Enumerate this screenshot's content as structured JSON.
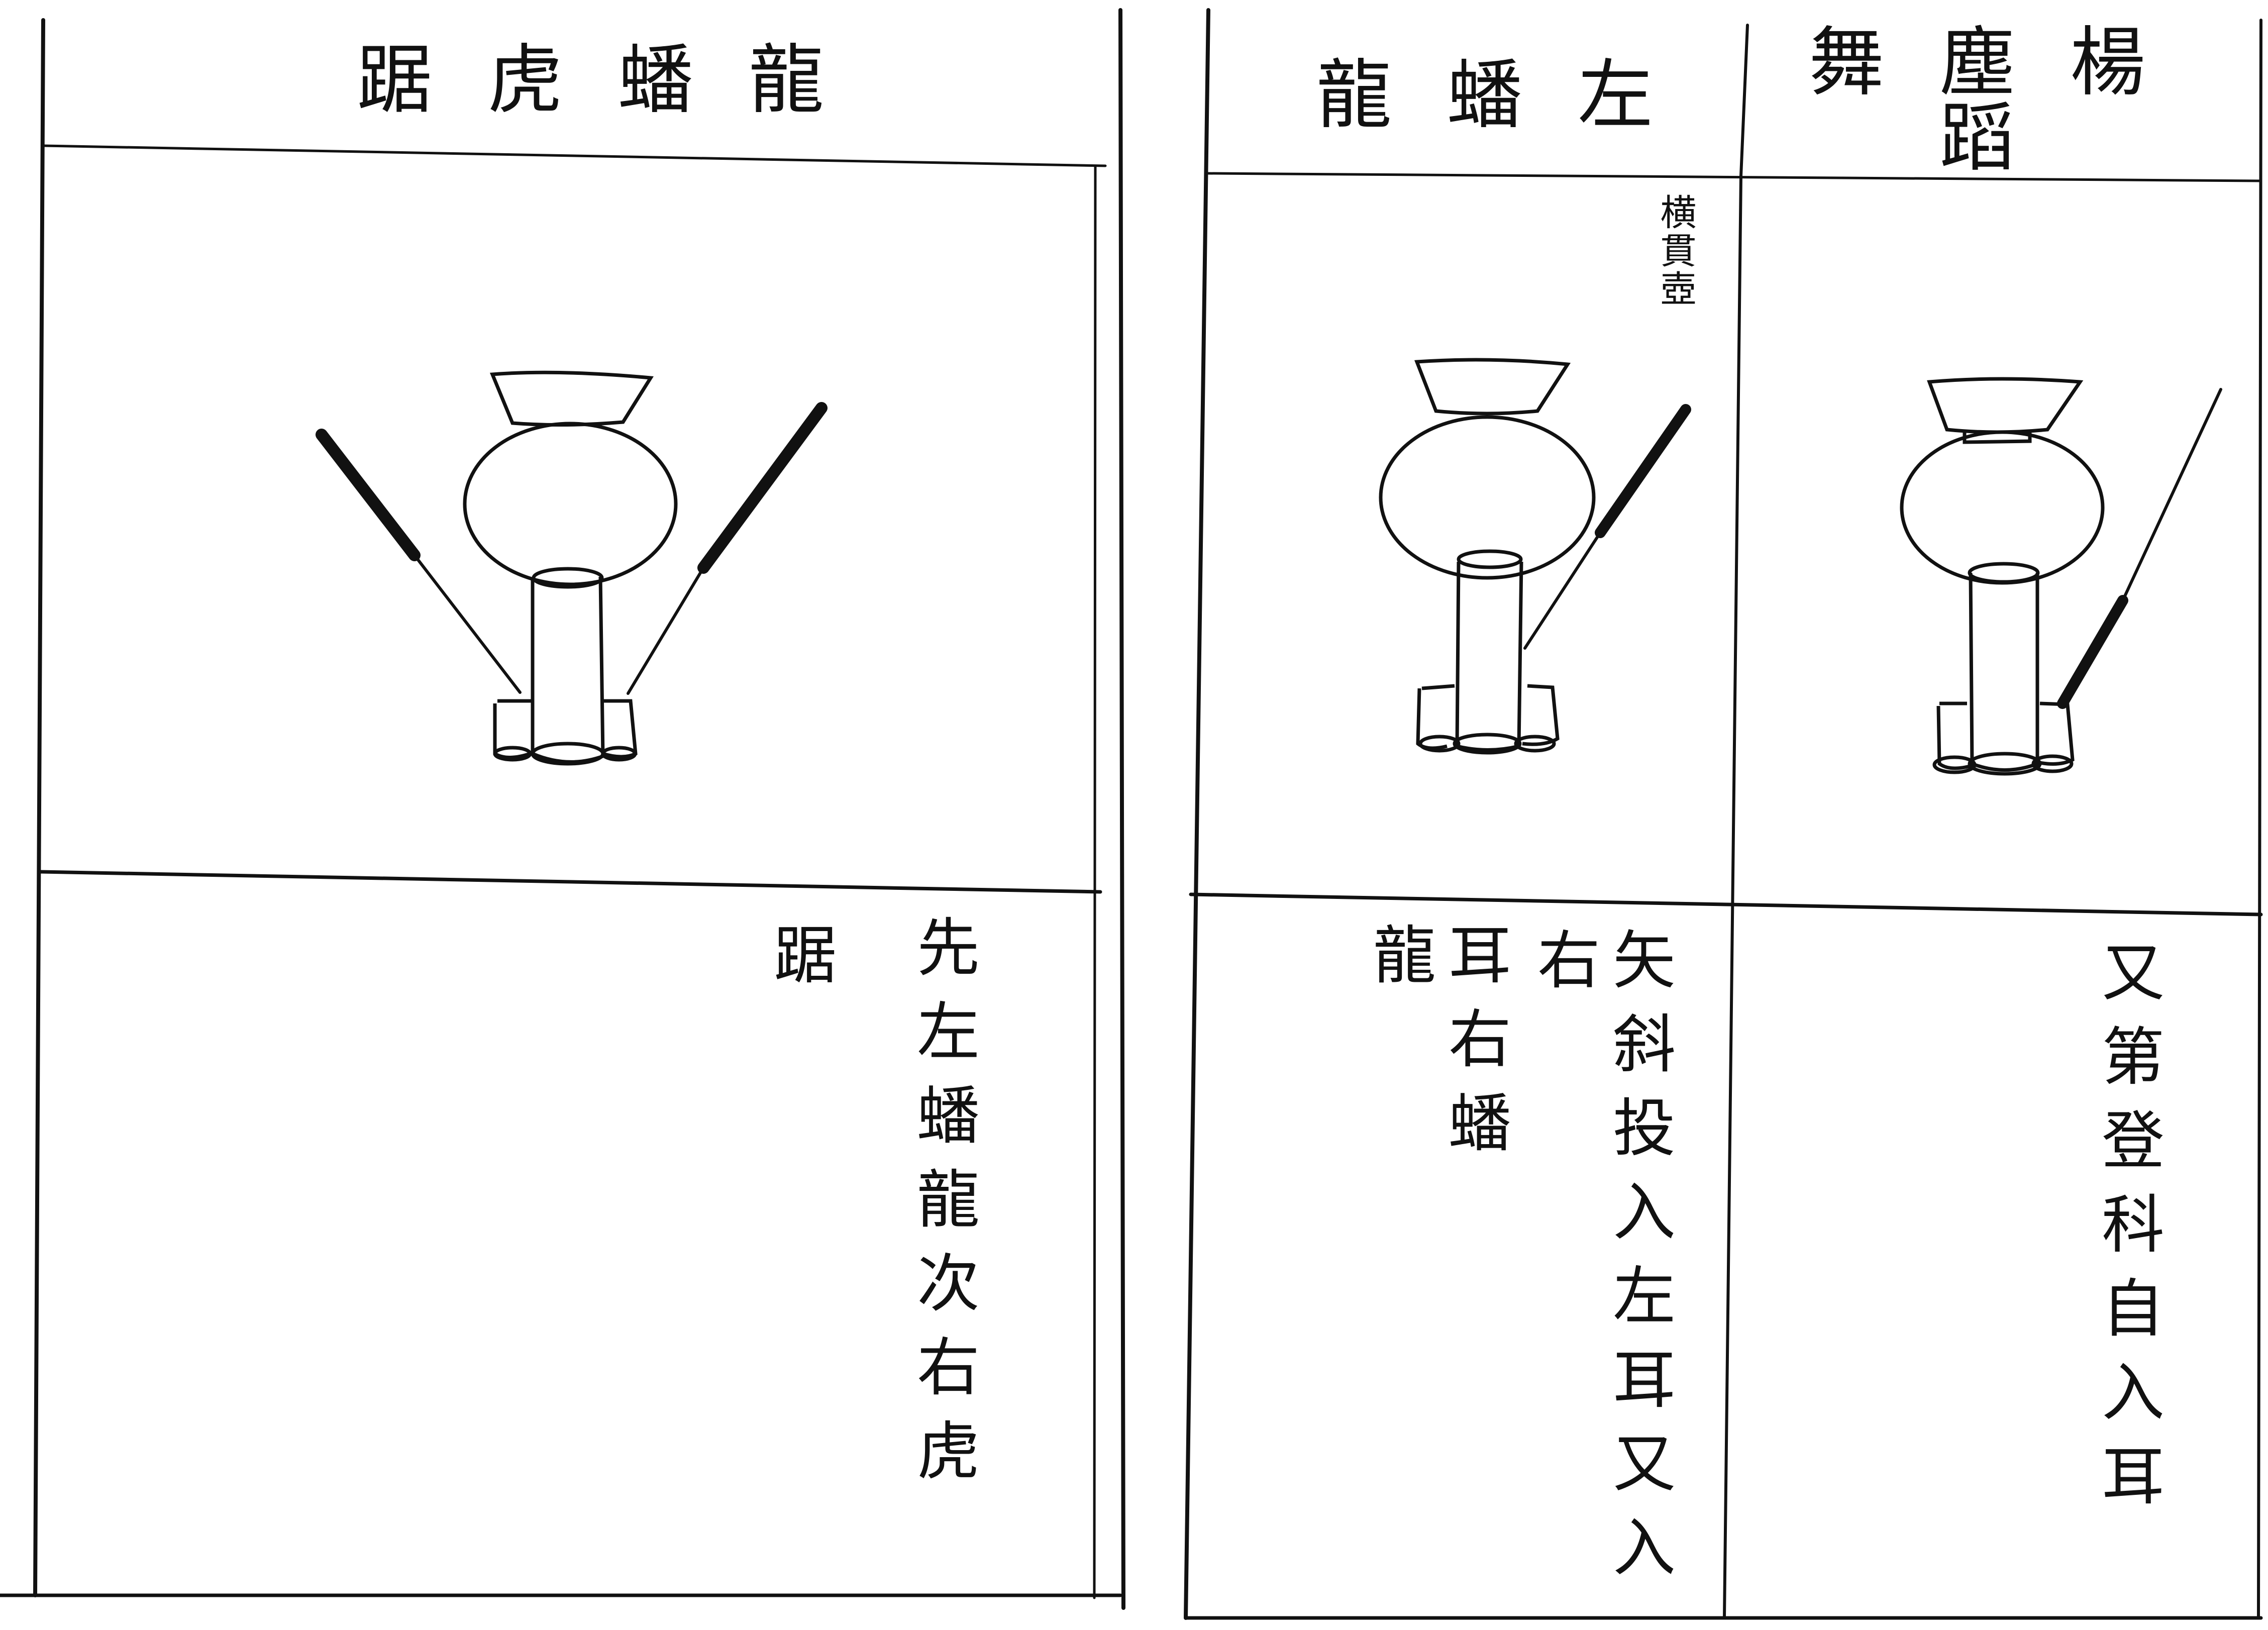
{
  "panels": [
    {
      "title": "龍蟠虎踞",
      "description_columns": [
        "先左蟠龍次右虎",
        "踞"
      ]
    },
    {
      "title": "左蟠龍",
      "note": "横貫壺",
      "description_columns": [
        "矢斜投入左耳又入右",
        "耳右蟠龍"
      ]
    },
    {
      "title": "楊塵舞蹈",
      "description_columns": [
        "又第登科自入耳"
      ]
    }
  ]
}
